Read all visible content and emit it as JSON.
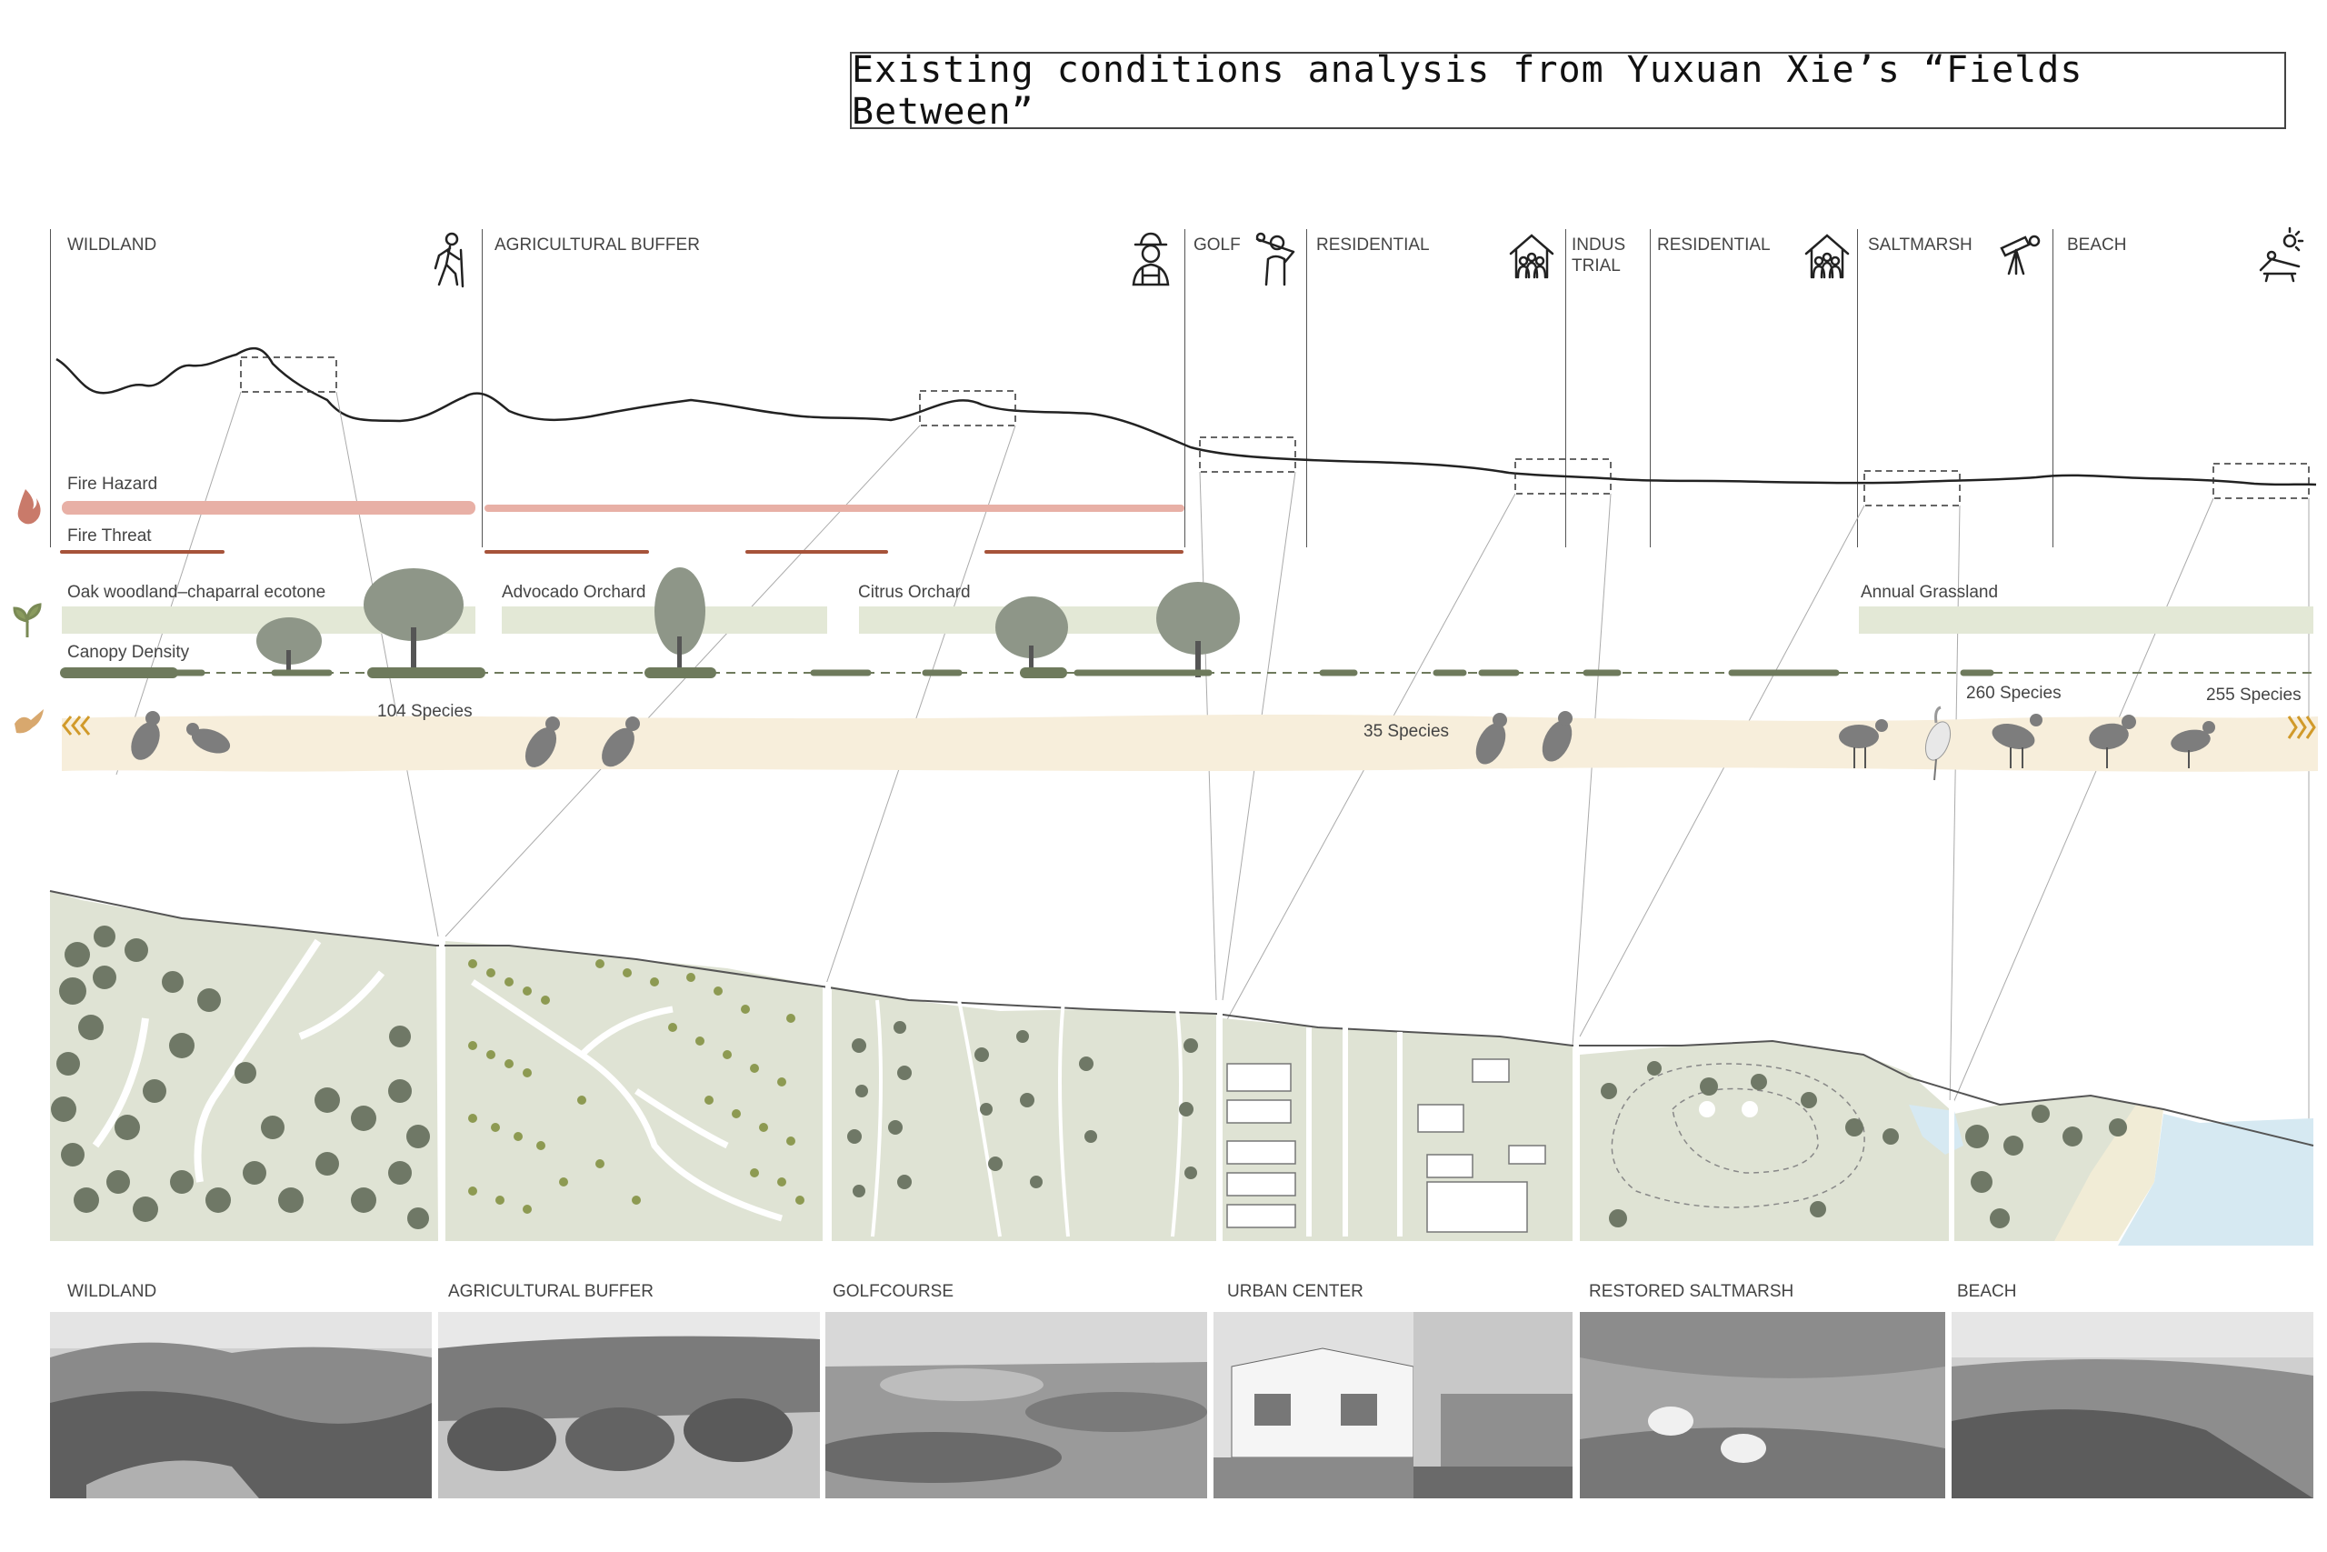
{
  "title": "Existing conditions analysis from Yuxuan Xie’s “Fields Between”",
  "zones": [
    {
      "label": "WILDLAND"
    },
    {
      "label": "AGRICULTURAL BUFFER"
    },
    {
      "label": "GOLF"
    },
    {
      "label": "RESIDENTIAL"
    },
    {
      "label": "INDUS TRIAL"
    },
    {
      "label": "RESIDENTIAL"
    },
    {
      "label": "SALTMARSH"
    },
    {
      "label": "BEACH"
    }
  ],
  "zone_icons": [
    "hiker-icon",
    "farmer-icon",
    "golfer-icon",
    "community-house-icon",
    "community-house-icon",
    "birdwatcher-telescope-icon",
    "sunbather-icon"
  ],
  "fire": {
    "hazard_label": "Fire Hazard",
    "threat_label": "Fire Threat",
    "icon": "flame-icon",
    "hazard_color": "#e8b0a6",
    "threat_color": "#a6533a"
  },
  "vegetation": {
    "icon": "sprout-icon",
    "bands": [
      "Oak woodland–chaparral ecotone",
      "Advocado Orchard",
      "Citrus Orchard",
      "Annual Grassland"
    ],
    "canopy_label": "Canopy Density",
    "band_color": "#e3e8d6",
    "canopy_color": "#6e7a5c"
  },
  "birds": {
    "icon": "dove-icon",
    "species": [
      "104 Species",
      "35 Species",
      "260 Species",
      "255 Species"
    ],
    "flyway_color": "#f7eedb",
    "arrow_color": "#d19a2a"
  },
  "photos": [
    {
      "label": "WILDLAND"
    },
    {
      "label": "AGRICULTURAL BUFFER"
    },
    {
      "label": "GOLFCOURSE"
    },
    {
      "label": "URBAN CENTER"
    },
    {
      "label": "RESTORED SALTMARSH"
    },
    {
      "label": "BEACH"
    }
  ],
  "colors": {
    "plan_ground": "#dfe3d4",
    "tree_dark": "#6f7866",
    "orchard_dot": "#8d9a52",
    "water": "#d6e9f2",
    "sand": "#f1ecd6"
  }
}
